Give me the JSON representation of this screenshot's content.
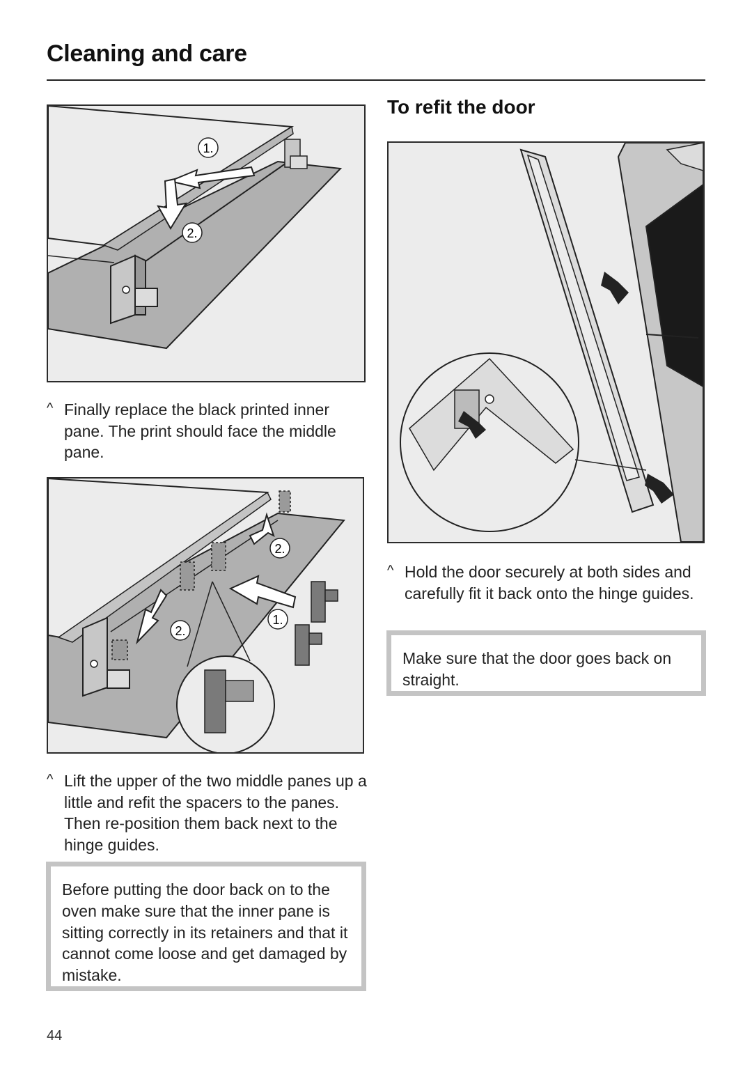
{
  "header": {
    "title": "Cleaning and care"
  },
  "section": {
    "heading": "To refit the door"
  },
  "left": {
    "step1": {
      "marker": "^",
      "text": "Finally replace the black printed inner pane. The print should face the middle pane."
    },
    "step2": {
      "marker": "^",
      "text": "Lift the upper of the two middle panes up a little and refit the spacers to the panes. Then re-position them back next to the hinge guides."
    },
    "note": "Before putting the door back on to the oven make sure that the inner pane is sitting correctly in its retainers and that it cannot come loose and get damaged by mistake."
  },
  "right": {
    "step1": {
      "marker": "^",
      "text": "Hold the door securely at both sides and carefully fit it back onto the hinge guides."
    },
    "note": "Make sure that the door goes back on straight."
  },
  "figures": {
    "fig1": {
      "labels": [
        "1.",
        "2."
      ]
    },
    "fig2": {
      "labels": [
        "2.",
        "2.",
        "1."
      ]
    }
  },
  "footer": {
    "page_number": "44"
  },
  "colors": {
    "figure_bg": "#ececec",
    "panel_grey": "#b0b0b0",
    "note_border": "#c4c4c4"
  }
}
